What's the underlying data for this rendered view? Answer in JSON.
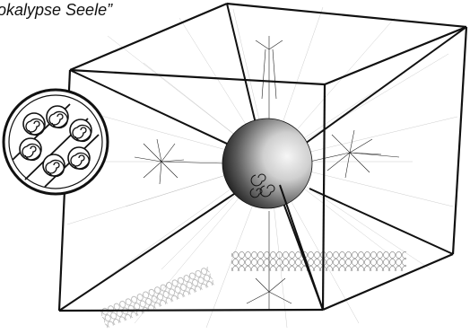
{
  "caption": {
    "text": "okalypse Seele”"
  },
  "diagram": {
    "subject": "cube-with-central-sphere",
    "callout": "spiral-coil-cross-section",
    "colors": {
      "ink": "#111111",
      "paper": "#ffffff",
      "sphere_light": "#f4f4f4",
      "sphere_dark": "#2a2a2a"
    }
  }
}
